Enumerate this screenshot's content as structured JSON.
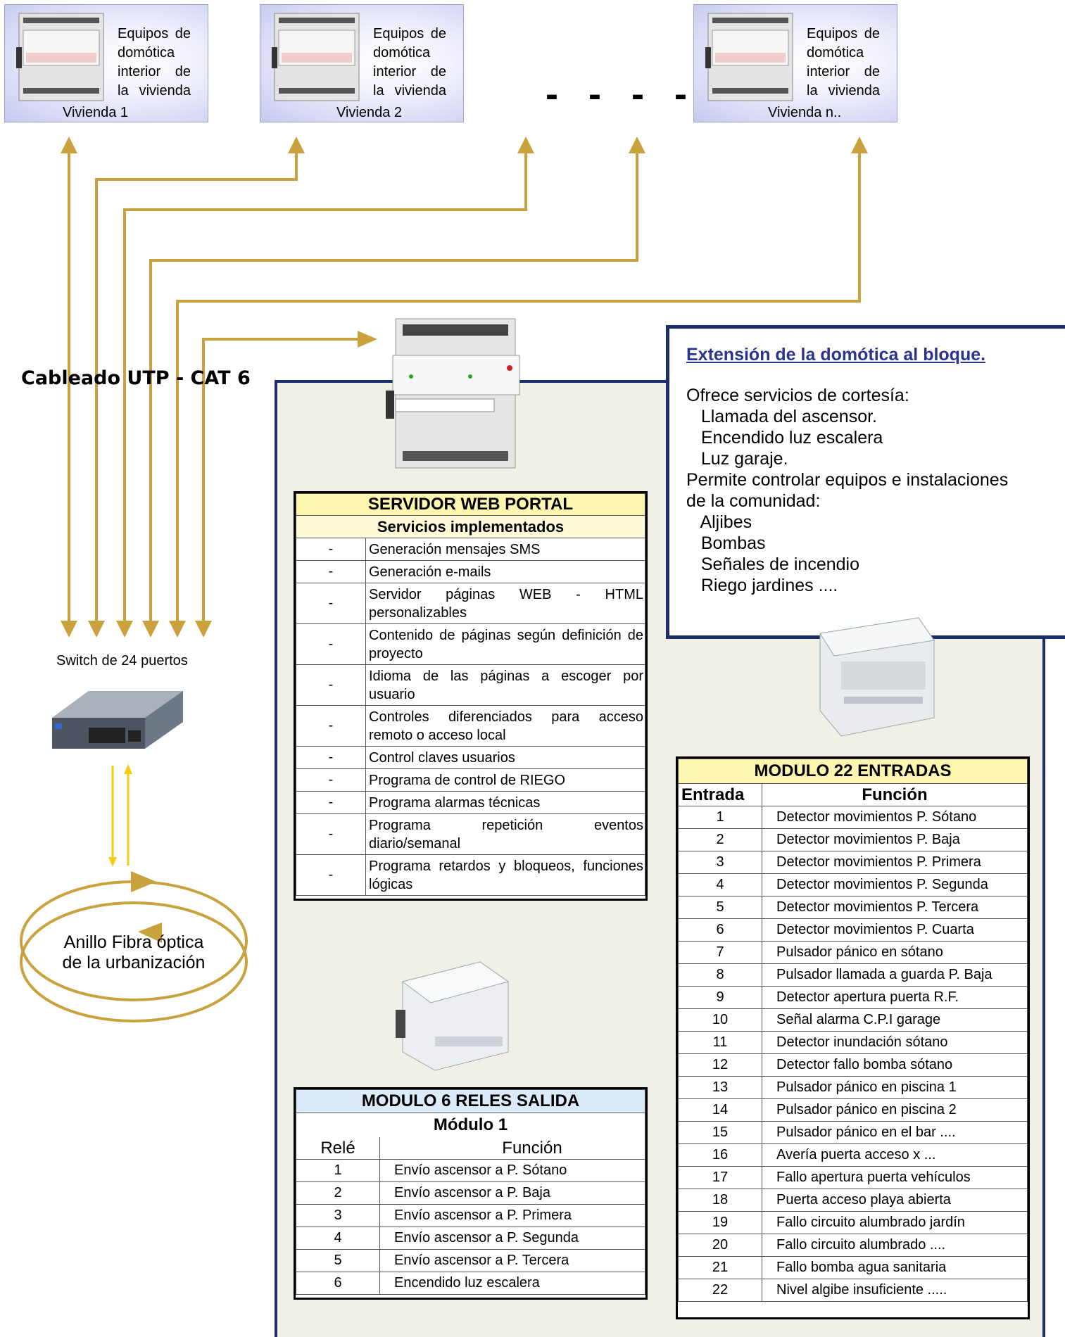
{
  "dwellings": [
    {
      "desc": [
        "Equipos de",
        "domótica",
        "interior de",
        "la vivienda"
      ],
      "name": "Vivienda 1"
    },
    {
      "desc": [
        "Equipos de",
        "domótica",
        "interior de",
        "la vivienda"
      ],
      "name": "Vivienda 2"
    },
    {
      "desc": [
        "Equipos de",
        "domótica",
        "interior de",
        "la vivienda"
      ],
      "name": "Vivienda n.."
    }
  ],
  "ellipsis": "- - - - -",
  "cable_label": "Cableado UTP  - CAT 6",
  "switch_label": "Switch de 24 puertos",
  "ring_label": [
    "Anillo Fibra óptica",
    "de la urbanización"
  ],
  "info": {
    "title": "Extensión de la domótica al bloque.",
    "lines": [
      "Ofrece servicios de cortesía:",
      "   Llamada del ascensor.",
      "   Encendido luz escalera",
      "   Luz garaje.",
      "Permite controlar equipos e instalaciones",
      "de la comunidad:",
      "   Aljibes",
      "   Bombas",
      "   Señales de incendio",
      "   Riego jardines ...."
    ]
  },
  "server_table": {
    "title": "SERVIDOR WEB PORTAL",
    "subtitle": "Servicios implementados",
    "rows": [
      {
        "bullet": "-",
        "text": "Generación mensajes SMS"
      },
      {
        "bullet": "-",
        "text": "Generación e-mails"
      },
      {
        "bullet": "-",
        "text": "Servidor páginas WEB - HTML personalizables"
      },
      {
        "bullet": "-",
        "text": "Contenido de páginas según definición de proyecto"
      },
      {
        "bullet": "-",
        "text": "Idioma de las páginas a escoger por usuario"
      },
      {
        "bullet": "-",
        "text": "Controles diferenciados para acceso remoto o acceso local"
      },
      {
        "bullet": "-",
        "text": "Control claves usuarios"
      },
      {
        "bullet": "-",
        "text": "Programa de control de RIEGO"
      },
      {
        "bullet": "-",
        "text": "Programa alarmas técnicas"
      },
      {
        "bullet": "-",
        "text": "Programa repetición eventos diario/semanal"
      },
      {
        "bullet": "-",
        "text": "Programa retardos y bloqueos, funciones lógicas"
      }
    ]
  },
  "relay_table": {
    "title": "MODULO 6 RELES SALIDA",
    "subtitle": "Módulo 1",
    "col1": "Relé",
    "col2": "Función",
    "rows": [
      {
        "n": "1",
        "f": "Envío ascensor a P. Sótano"
      },
      {
        "n": "2",
        "f": "Envío ascensor a P. Baja"
      },
      {
        "n": "3",
        "f": "Envío ascensor a P. Primera"
      },
      {
        "n": "4",
        "f": "Envío ascensor a P. Segunda"
      },
      {
        "n": "5",
        "f": "Envío ascensor a P. Tercera"
      },
      {
        "n": "6",
        "f": "Encendido luz escalera"
      }
    ]
  },
  "input_table": {
    "title": "MODULO 22 ENTRADAS",
    "col1": "Entrada",
    "col2": "Función",
    "rows": [
      {
        "n": "1",
        "f": "Detector movimientos P. Sótano"
      },
      {
        "n": "2",
        "f": "Detector movimientos P. Baja"
      },
      {
        "n": "3",
        "f": "Detector movimientos P. Primera"
      },
      {
        "n": "4",
        "f": "Detector movimientos P. Segunda"
      },
      {
        "n": "5",
        "f": "Detector movimientos P. Tercera"
      },
      {
        "n": "6",
        "f": "Detector movimientos P. Cuarta"
      },
      {
        "n": "7",
        "f": "Pulsador pánico en sótano"
      },
      {
        "n": "8",
        "f": "Pulsador llamada a guarda P. Baja"
      },
      {
        "n": "9",
        "f": "Detector apertura puerta R.F."
      },
      {
        "n": "10",
        "f": "Señal alarma C.P.I garage"
      },
      {
        "n": "11",
        "f": "Detector inundación sótano"
      },
      {
        "n": "12",
        "f": "Detector fallo bomba sótano"
      },
      {
        "n": "13",
        "f": "Pulsador pánico en piscina 1"
      },
      {
        "n": "14",
        "f": "Pulsador pánico en piscina 2"
      },
      {
        "n": "15",
        "f": "Pulsador pánico en el bar ...."
      },
      {
        "n": "16",
        "f": "Avería puerta acceso x ..."
      },
      {
        "n": "17",
        "f": "Fallo apertura puerta vehículos"
      },
      {
        "n": "18",
        "f": "Puerta acceso playa abierta"
      },
      {
        "n": "19",
        "f": "Fallo circuito alumbrado jardín"
      },
      {
        "n": "20",
        "f": "Fallo circuito alumbrado ...."
      },
      {
        "n": "21",
        "f": "Fallo bomba agua sanitaria"
      },
      {
        "n": "22",
        "f": "Nivel algibe insuficiente ....."
      }
    ]
  },
  "colors": {
    "wire": "#c9a23e",
    "fiber": "#f2cc10",
    "panel_border": "#1b2d6b",
    "info_title": "#2b3590"
  }
}
